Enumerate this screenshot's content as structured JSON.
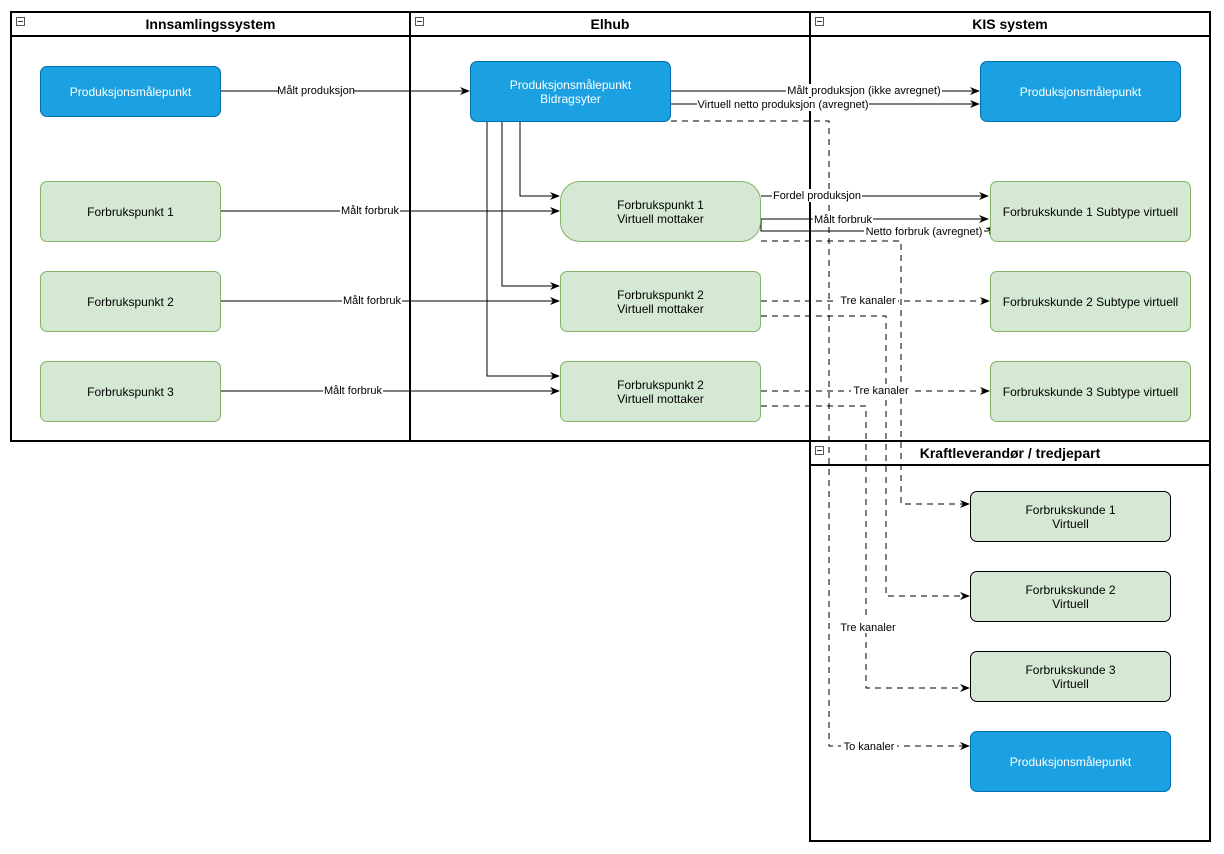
{
  "lanes": {
    "innsamling": "Innsamlingssystem",
    "elhub": "Elhub",
    "kis": "KIS system",
    "kraft": "Kraftleverandør / tredjepart"
  },
  "nodes": {
    "inn_prod": "Produksjonsmålepunkt",
    "inn_fp1": "Forbrukspunkt 1",
    "inn_fp2": "Forbrukspunkt 2",
    "inn_fp3": "Forbrukspunkt 3",
    "elhub_prod_l1": "Produksjonsmålepunkt",
    "elhub_prod_l2": "Bidragsyter",
    "elhub_fp1_l1": "Forbrukspunkt 1",
    "elhub_fp1_l2": "Virtuell mottaker",
    "elhub_fp2_l1": "Forbrukspunkt 2",
    "elhub_fp2_l2": "Virtuell mottaker",
    "elhub_fp3_l1": "Forbrukspunkt 2",
    "elhub_fp3_l2": "Virtuell mottaker",
    "kis_prod": "Produksjonsmålepunkt",
    "kis_fk1": "Forbrukskunde 1 Subtype virtuell",
    "kis_fk2": "Forbrukskunde 2 Subtype virtuell",
    "kis_fk3": "Forbrukskunde 3 Subtype virtuell",
    "kraft_fk1_l1": "Forbrukskunde 1",
    "kraft_fk1_l2": "Virtuell",
    "kraft_fk2_l1": "Forbrukskunde 2",
    "kraft_fk2_l2": "Virtuell",
    "kraft_fk3_l1": "Forbrukskunde 3",
    "kraft_fk3_l2": "Virtuell",
    "kraft_prod": "Produksjonsmålepunkt"
  },
  "edge_labels": {
    "malt_produksjon": "Målt produksjon",
    "malt_forbruk_1": "Målt forbruk",
    "malt_forbruk_2": "Målt forbruk",
    "malt_forbruk_3": "Målt forbruk",
    "malt_prod_ikke": "Målt produksjon (ikke avregnet)",
    "virtuell_netto": "Virtuell netto produksjon (avregnet)",
    "fordel_produksjon": "Fordel produksjon",
    "malt_forbruk_kis": "Målt forbruk",
    "netto_forbruk": "Netto forbruk (avregnet)",
    "tre_kanaler_1": "Tre kanaler",
    "tre_kanaler_2": "Tre kanaler",
    "tre_kanaler_3": "Tre kanaler",
    "to_kanaler": "To kanaler"
  },
  "colors": {
    "blue_fill": "#1ba1e2",
    "blue_stroke": "#006eaf",
    "green_fill": "#d5e8d4",
    "green_stroke": "#82b366"
  }
}
